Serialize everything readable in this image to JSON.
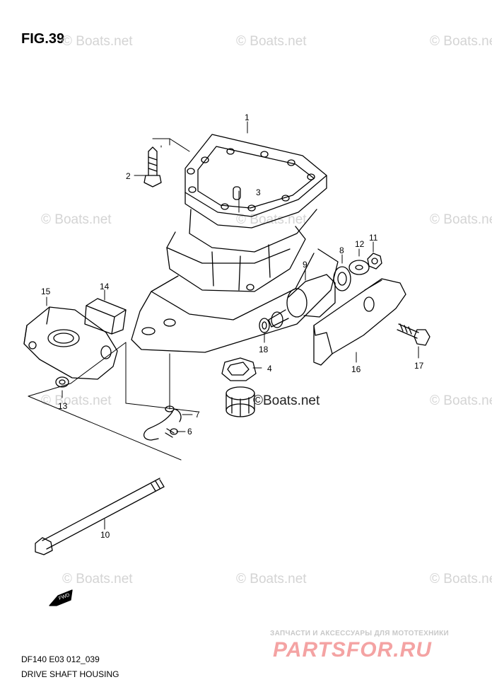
{
  "figure": {
    "title": "FIG.39",
    "model_code": "DF140 E03 012_039",
    "section_name": "DRIVE SHAFT HOUSING"
  },
  "watermark": {
    "text": "© Boats.net",
    "center_text": "©Boats.net"
  },
  "shop": {
    "tagline": "ЗАПЧАСТИ И АКСЕССУАРЫ ДЛЯ МОТОТЕХНИКИ",
    "logo_text": "PARTSFOR.RU",
    "logo_color": "#f4a3a3"
  },
  "fwd_label": "FWD",
  "callouts": [
    "1",
    "2",
    "3",
    "4",
    "6",
    "7",
    "8",
    "9",
    "10",
    "11",
    "12",
    "13",
    "14",
    "15",
    "16",
    "17",
    "18"
  ]
}
